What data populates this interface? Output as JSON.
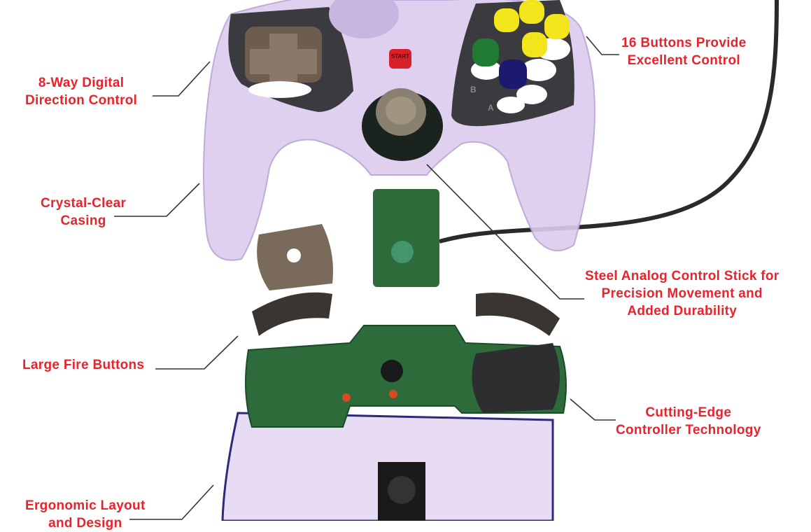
{
  "callouts": {
    "dpad": {
      "line1": "8-Way Digital",
      "line2": "Direction Control"
    },
    "casing": {
      "line1": "Crystal-Clear",
      "line2": "Casing"
    },
    "fire": {
      "line1": "Large Fire Buttons"
    },
    "ergonomic": {
      "line1": "Ergonomic Layout",
      "line2": "and Design"
    },
    "buttons": {
      "line1": "16 Buttons Provide",
      "line2": "Excellent Control"
    },
    "stick": {
      "line1": "Steel Analog Control Stick for",
      "line2": "Precision Movement and",
      "line3": "Added Durability"
    },
    "tech": {
      "line1": "Cutting-Edge",
      "line2": "Controller Technology"
    }
  },
  "controller": {
    "start_label": "START",
    "b_label": "B",
    "a_label": "A"
  },
  "colors": {
    "callout_text": "#e8232c",
    "casing": "#d9c6ec",
    "pcb": "#2e6b3a",
    "c_buttons": "#f2e51c",
    "a_button": "#1c1a6e",
    "b_button": "#1f7a33",
    "start_button": "#d8202a"
  }
}
